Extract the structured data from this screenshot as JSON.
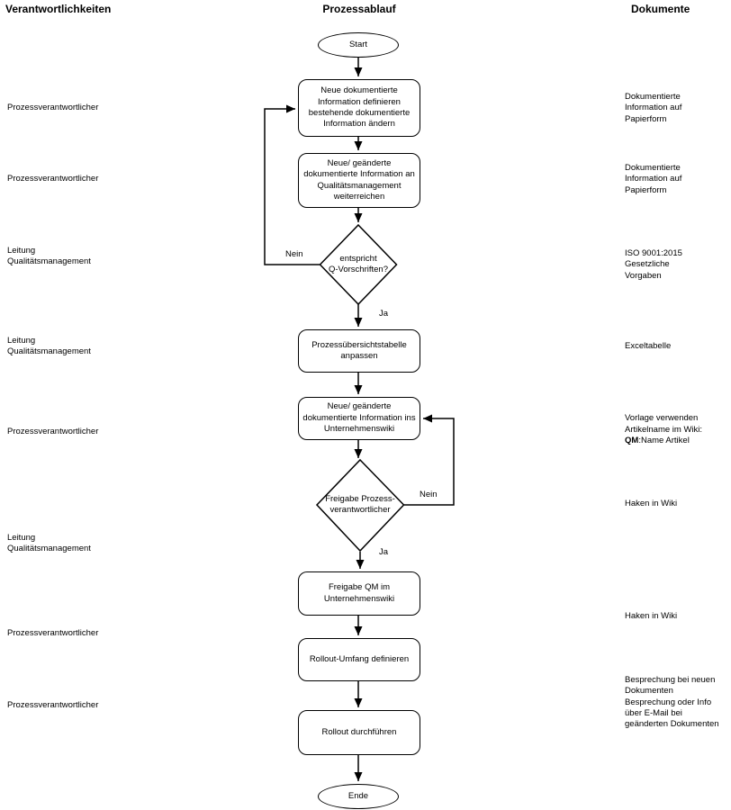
{
  "headers": {
    "left": "Verantwortlichkeiten",
    "center": "Prozessablauf",
    "right": "Dokumente"
  },
  "flow": {
    "start_label": "Start",
    "end_label": "Ende",
    "steps": {
      "define": {
        "lines": [
          "Neue dokumentierte",
          "Information definieren",
          "bestehende dokumentierte",
          "Information ändern"
        ]
      },
      "forward": {
        "lines": [
          "Neue/ geänderte",
          "dokumentierte Information an",
          "Qualitätsmanagement",
          "weiterreichen"
        ]
      },
      "table": {
        "lines": [
          "Prozessübersichtstabelle",
          "anpassen"
        ]
      },
      "wiki": {
        "lines": [
          "Neue/ geänderte",
          "dokumentierte Information ins",
          "Unternehmenswiki"
        ]
      },
      "release_qm": {
        "lines": [
          "Freigabe QM im",
          "Unternehmenswiki"
        ]
      },
      "rollout_scope": {
        "lines": [
          "Rollout-Umfang definieren"
        ]
      },
      "rollout_do": {
        "lines": [
          "Rollout durchführen"
        ]
      }
    },
    "decisions": {
      "q_check": {
        "lines": [
          "entspricht",
          "Q-Vorschriften?"
        ]
      },
      "owner_release": {
        "lines": [
          "Freigabe Prozess-",
          "verantwortlicher"
        ]
      }
    },
    "edge_labels": {
      "q_no": "Nein",
      "q_yes": "Ja",
      "release_no": "Nein",
      "release_yes": "Ja"
    }
  },
  "responsibilities": [
    {
      "lines": [
        "Prozessverantwortlicher"
      ]
    },
    {
      "lines": [
        "Prozessverantwortlicher"
      ]
    },
    {
      "lines": [
        "Leitung",
        "Qualitätsmanagement"
      ]
    },
    {
      "lines": [
        "Leitung",
        "Qualitätsmanagement"
      ]
    },
    {
      "lines": [
        "Prozessverantwortlicher"
      ]
    },
    {
      "lines": [
        "Leitung",
        "Qualitätsmanagement"
      ]
    },
    {
      "lines": [
        "Prozessverantwortlicher"
      ]
    },
    {
      "lines": [
        "Prozessverantwortlicher"
      ]
    }
  ],
  "documents": [
    {
      "lines": [
        "Dokumentierte",
        "Information auf",
        "Papierform"
      ]
    },
    {
      "lines": [
        "Dokumentierte",
        "Information auf",
        "Papierform"
      ]
    },
    {
      "lines": [
        "ISO 9001:2015",
        "Gesetzliche",
        "Vorgaben"
      ]
    },
    {
      "lines": [
        "Exceltabelle"
      ]
    },
    {
      "lines": [
        "Vorlage verwenden",
        "Artikelname im Wiki:"
      ],
      "bold_part": "QM",
      "rest_part": ":Name Artikel"
    },
    {
      "lines": [
        "Haken in Wiki"
      ]
    },
    {
      "lines": [
        "Haken in Wiki"
      ]
    },
    {
      "lines": [
        "Besprechung bei neuen",
        "Dokumenten",
        "Besprechung oder Info",
        "über E-Mail bei",
        "geänderten Dokumenten"
      ]
    }
  ],
  "colors": {
    "line": "#000000",
    "background": "#ffffff",
    "text": "#000000"
  }
}
